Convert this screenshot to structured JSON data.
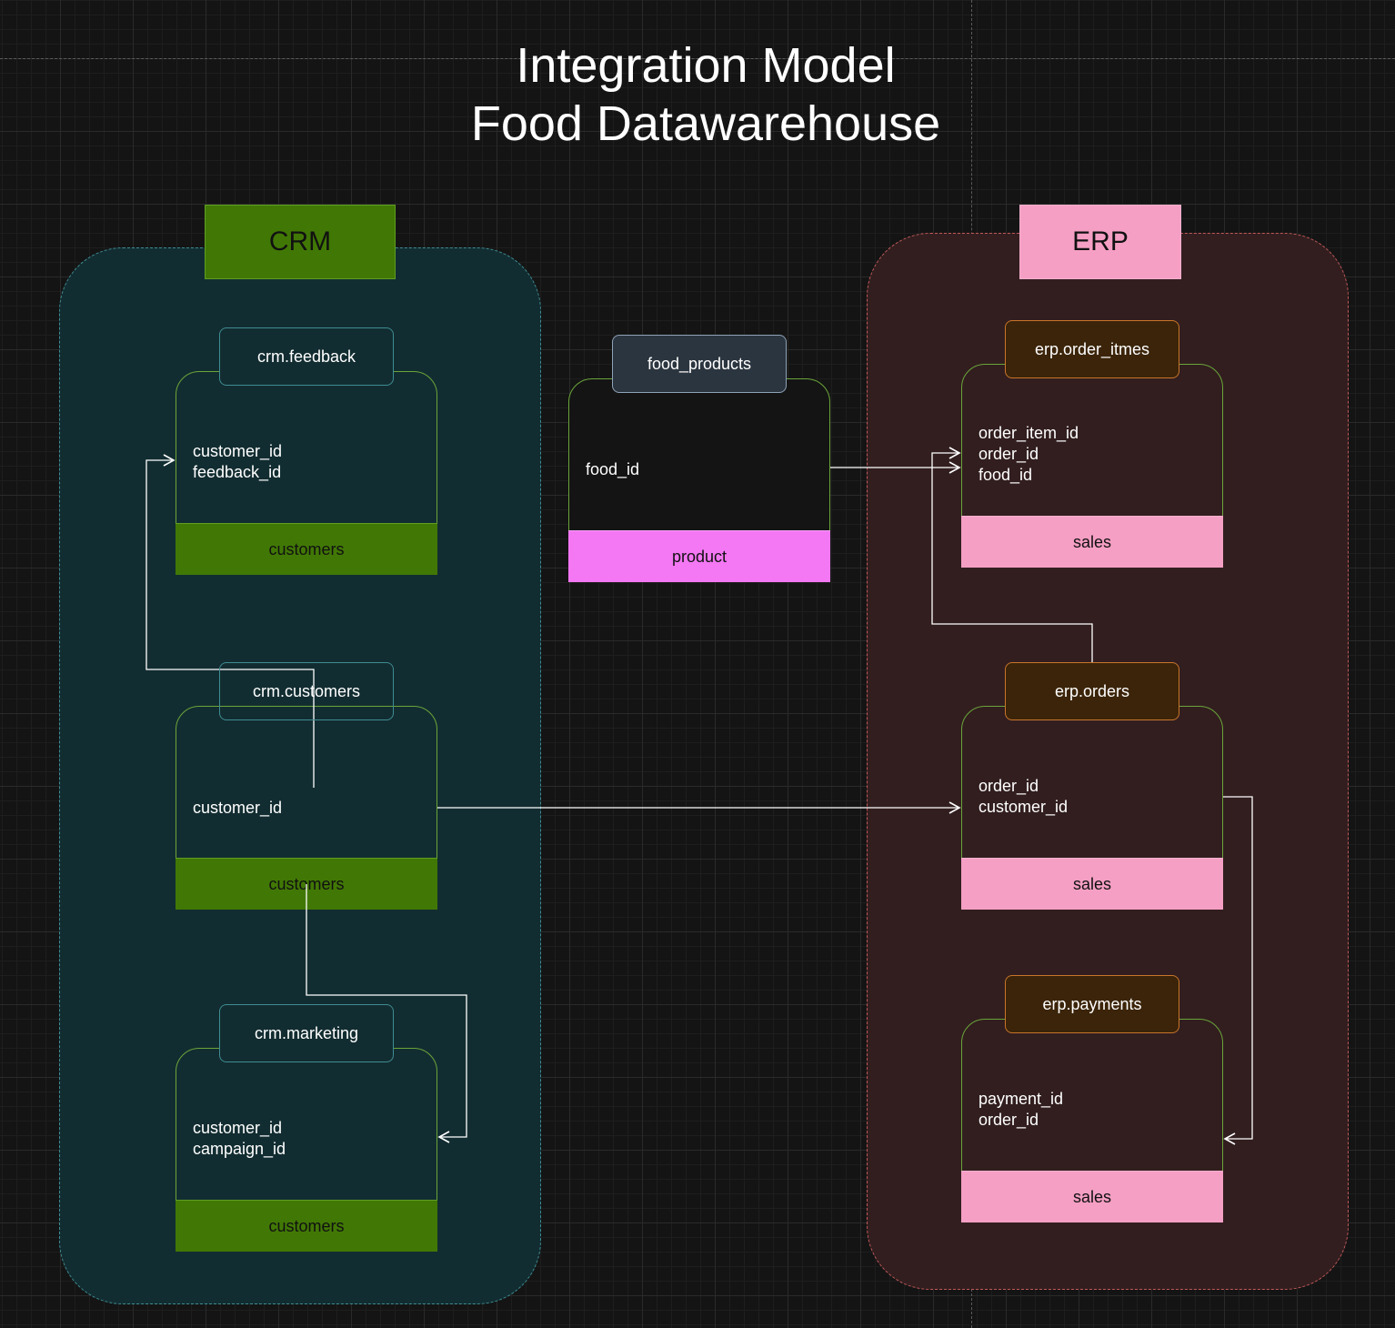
{
  "title": {
    "line1": "Integration Model",
    "line2": "Food Datawarehouse"
  },
  "groups": {
    "crm": {
      "label": "CRM",
      "color": "#417805"
    },
    "erp": {
      "label": "ERP",
      "color": "#f69fc4"
    }
  },
  "tables": {
    "crm_feedback": {
      "name": "crm.feedback",
      "fields": [
        "customer_id",
        "feedback_id"
      ],
      "category": "customers"
    },
    "crm_customers": {
      "name": "crm.customers",
      "fields": [
        "customer_id"
      ],
      "category": "customers"
    },
    "crm_marketing": {
      "name": "crm.marketing",
      "fields": [
        "customer_id",
        "campaign_id"
      ],
      "category": "customers"
    },
    "food_products": {
      "name": "food_products",
      "fields": [
        "food_id"
      ],
      "category": "product",
      "color": "#f477f4"
    },
    "erp_order_items": {
      "name": "erp.order_itmes",
      "fields": [
        "order_item_id",
        "order_id",
        "food_id"
      ],
      "category": "sales"
    },
    "erp_orders": {
      "name": "erp.orders",
      "fields": [
        "order_id",
        "customer_id"
      ],
      "category": "sales"
    },
    "erp_payments": {
      "name": "erp.payments",
      "fields": [
        "payment_id",
        "order_id"
      ],
      "category": "sales"
    }
  },
  "connections": [
    {
      "from": "crm.customers",
      "to": "crm.feedback"
    },
    {
      "from": "crm.customers",
      "to": "crm.marketing"
    },
    {
      "from": "crm.customers",
      "to": "erp.orders"
    },
    {
      "from": "food_products",
      "to": "erp.order_itmes"
    },
    {
      "from": "erp.orders",
      "to": "erp.order_itmes"
    },
    {
      "from": "erp.orders",
      "to": "erp.payments"
    }
  ]
}
